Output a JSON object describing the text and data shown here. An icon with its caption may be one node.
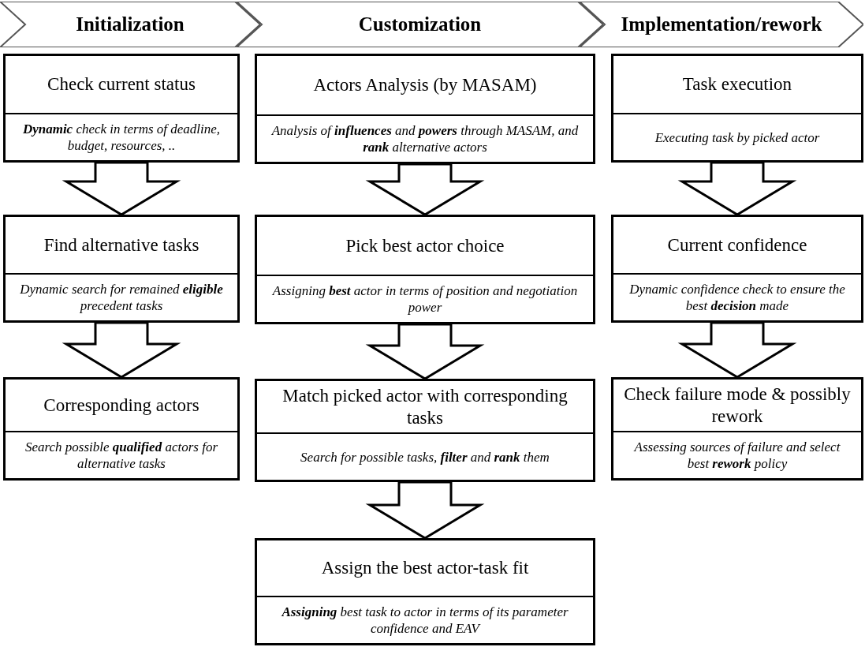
{
  "diagram": {
    "nodes": [
      {
        "text": [
          "Initialization"
        ]
      },
      {
        "text": [
          "Customization"
        ]
      },
      {
        "text": [
          "Implementation/rework"
        ]
      },
      {
        "text": [
          "Check current status",
          "**Dynamic** check in terms of deadline, budget, resources, .."
        ]
      },
      {
        "text": [
          "Find alternative tasks",
          "Dynamic search for remained **eligible** precedent tasks"
        ]
      },
      {
        "text": [
          "Corresponding actors",
          "Search possible **qualified** actors for alternative tasks"
        ]
      },
      {
        "text": [
          "Actors Analysis (by MASAM)",
          "Analysis of **influences** and **powers** through MASAM, and **rank** alternative actors"
        ]
      },
      {
        "text": [
          "Pick best actor choice",
          "Assigning **best** actor in terms of position and negotiation power"
        ]
      },
      {
        "text": [
          "Match picked actor with corresponding tasks",
          "Search for possible tasks, **filter** and **rank** them"
        ]
      },
      {
        "text": [
          "Assign the best actor-task fit",
          "**Assigning** best task to actor in terms of its parameter confidence and EAV"
        ]
      },
      {
        "text": [
          "Task execution",
          "Executing task by picked actor"
        ]
      },
      {
        "text": [
          "Current confidence",
          "Dynamic confidence check to ensure the best **decision** made"
        ]
      },
      {
        "text": [
          "Check failure mode & possibly rework",
          "Assessing sources of failure and select best **rework** policy"
        ]
      }
    ],
    "edges": [
      {
        "from": 3,
        "to": 4,
        "arrow": "to"
      },
      {
        "from": 4,
        "to": 5,
        "arrow": "to"
      },
      {
        "from": 6,
        "to": 7,
        "arrow": "to"
      },
      {
        "from": 7,
        "to": 8,
        "arrow": "to"
      },
      {
        "from": 8,
        "to": 9,
        "arrow": "to"
      },
      {
        "from": 10,
        "to": 11,
        "arrow": "to"
      },
      {
        "from": 11,
        "to": 12,
        "arrow": "to"
      }
    ]
  }
}
